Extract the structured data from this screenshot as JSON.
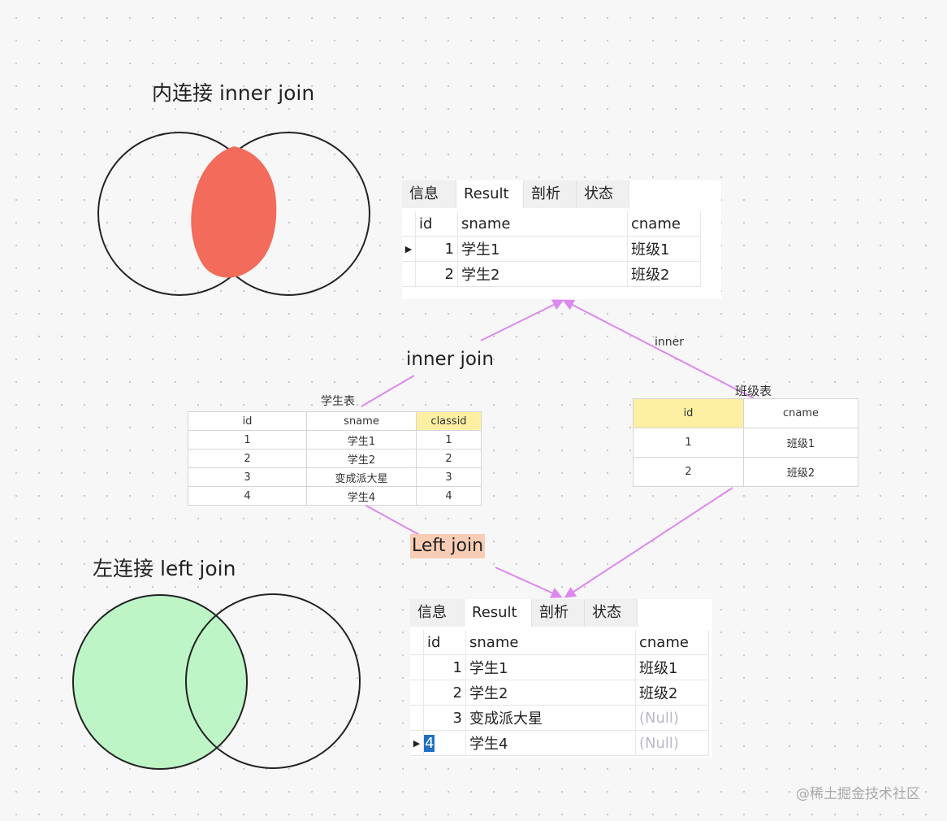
{
  "inner_title": "内连接  inner join",
  "left_title": "左连接 left join",
  "labels": {
    "student_table": "学生表",
    "class_table": "班级表",
    "inner_join": "inner join",
    "inner_small": "inner",
    "left_join": "Left   join",
    "watermark": "@稀土掘金技术社区"
  },
  "colors": {
    "inner_fill": "#f26b5b",
    "left_fill": "#bdf5c7",
    "arrow": "#dd88ee",
    "left_join_bg": "#f9cdb5",
    "highlight_header": "#fdf0a3"
  },
  "tabs": [
    "信息",
    "Result 1",
    "剖析",
    "状态"
  ],
  "students": {
    "columns": [
      "id",
      "sname",
      "classid"
    ],
    "rows": [
      [
        "1",
        "学生1",
        "1"
      ],
      [
        "2",
        "学生2",
        "2"
      ],
      [
        "3",
        "变成派大星",
        "3"
      ],
      [
        "4",
        "学生4",
        "4"
      ]
    ]
  },
  "classes": {
    "columns": [
      "id",
      "cname"
    ],
    "rows": [
      [
        "1",
        "班级1"
      ],
      [
        "2",
        "班级2"
      ]
    ]
  },
  "inner_result": {
    "columns": [
      "id",
      "sname",
      "cname"
    ],
    "rows": [
      [
        "1",
        "学生1",
        "班级1"
      ],
      [
        "2",
        "学生2",
        "班级2"
      ]
    ]
  },
  "left_result": {
    "columns": [
      "id",
      "sname",
      "cname"
    ],
    "rows": [
      [
        "1",
        "学生1",
        "班级1"
      ],
      [
        "2",
        "学生2",
        "班级2"
      ],
      [
        "3",
        "变成派大星",
        "(Null)"
      ],
      [
        "4",
        "学生4",
        "(Null)"
      ]
    ]
  }
}
